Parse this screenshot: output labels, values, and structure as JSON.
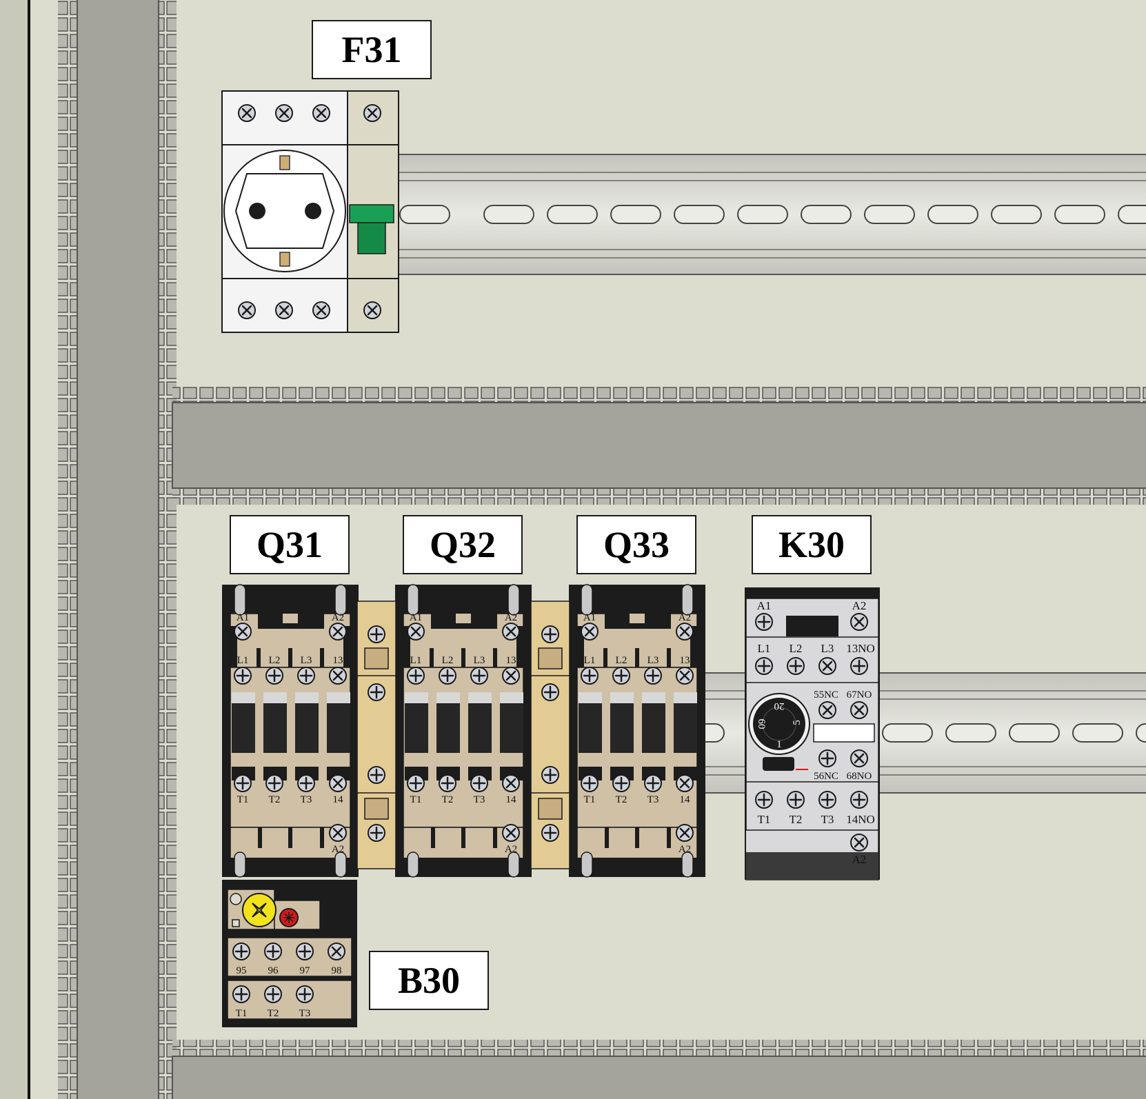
{
  "components": {
    "f31": {
      "tag": "F31"
    },
    "q31": {
      "tag": "Q31"
    },
    "q32": {
      "tag": "Q32"
    },
    "q33": {
      "tag": "Q33"
    },
    "k30": {
      "tag": "K30"
    },
    "b30": {
      "tag": "B30"
    }
  },
  "contactor_terminals": {
    "coil_top": [
      "A1",
      "A2"
    ],
    "line": [
      "L1",
      "L2",
      "L3",
      "13"
    ],
    "load": [
      "T1",
      "T2",
      "T3",
      "14"
    ],
    "coil_bottom": "A2"
  },
  "overload_terminals": {
    "aux": [
      "95",
      "96",
      "97",
      "98"
    ],
    "load": [
      "T1",
      "T2",
      "T3"
    ]
  },
  "timer_terminals": {
    "coil": [
      "A1",
      "A2"
    ],
    "line": [
      "L1",
      "L2",
      "L3",
      "13NO"
    ],
    "aux_top": [
      "55NC",
      "67NO"
    ],
    "aux_bottom": [
      "56NC",
      "68NO"
    ],
    "load": [
      "T1",
      "T2",
      "T3",
      "14NO"
    ],
    "coil_bottom": "A2",
    "dial": [
      "20",
      "5",
      "60",
      "1"
    ]
  },
  "colors": {
    "panel": "#dcdccf",
    "duct": "#a4a39c",
    "din_rail": "#cfcfc8",
    "contactor_body": "#cfc0a6",
    "contactor_frame": "#1c1c1c",
    "breaker_handle": "#138a46",
    "overload_dial": "#f2e21c",
    "reset_button": "#d11a1a",
    "terminal_block": "#e3cc94"
  }
}
